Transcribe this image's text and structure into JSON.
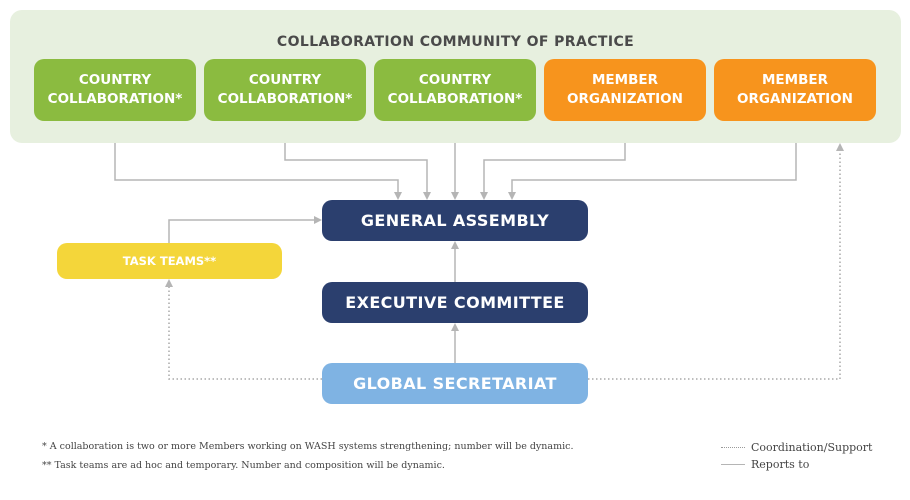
{
  "community": {
    "title": "COLLABORATION COMMUNITY OF PRACTICE",
    "members": [
      {
        "label": "COUNTRY\nCOLLABORATION*",
        "kind": "country"
      },
      {
        "label": "COUNTRY\nCOLLABORATION*",
        "kind": "country"
      },
      {
        "label": "COUNTRY\nCOLLABORATION*",
        "kind": "country"
      },
      {
        "label": "MEMBER\nORGANIZATION",
        "kind": "member"
      },
      {
        "label": "MEMBER\nORGANIZATION",
        "kind": "member"
      }
    ]
  },
  "bodies": {
    "general_assembly": "GENERAL ASSEMBLY",
    "executive_committee": "EXECUTIVE COMMITTEE",
    "global_secretariat": "GLOBAL SECRETARIAT",
    "task_teams": "TASK TEAMS**"
  },
  "footnotes": [
    "* A collaboration is two or more Members working on WASH systems strengthening; number will be dynamic.",
    "** Task teams are ad hoc and temporary. Number and composition will be dynamic."
  ],
  "legend": {
    "dotted": "Coordination/Support",
    "solid": "Reports to"
  },
  "colors": {
    "country": "#8bbb40",
    "member": "#f7941d",
    "navy": "#2b3f6e",
    "secretariat": "#7fb3e3",
    "task_teams": "#f4d63a",
    "community_bg": "#e7f0df"
  }
}
